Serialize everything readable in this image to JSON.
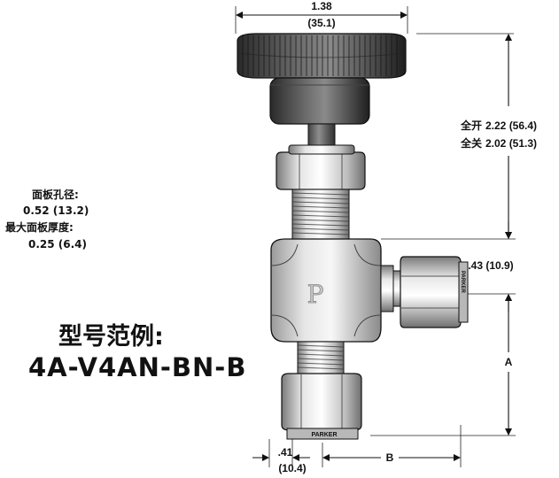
{
  "dimensions": {
    "top_width": "1.38",
    "top_width_mm": "(35.1)",
    "open_label": "全开",
    "open_value": "2.22 (56.4)",
    "closed_label": "全关",
    "closed_value": "2.02 (51.3)",
    "port_offset": ".43 (10.9)",
    "a_label": "A",
    "b_label": "B",
    "bottom_offset": ".41",
    "bottom_offset_mm": "(10.4)"
  },
  "panel_notes": {
    "hole_label": "面板孔径:",
    "hole_value": "0.52 (13.2)",
    "thickness_label": "最大面板厚度:",
    "thickness_value": "0.25 (6.4)"
  },
  "model": {
    "label": "型号范例:",
    "number": "4A-V4AN-BN-B"
  },
  "nut_marking": "PARKER",
  "body_logo": "P"
}
